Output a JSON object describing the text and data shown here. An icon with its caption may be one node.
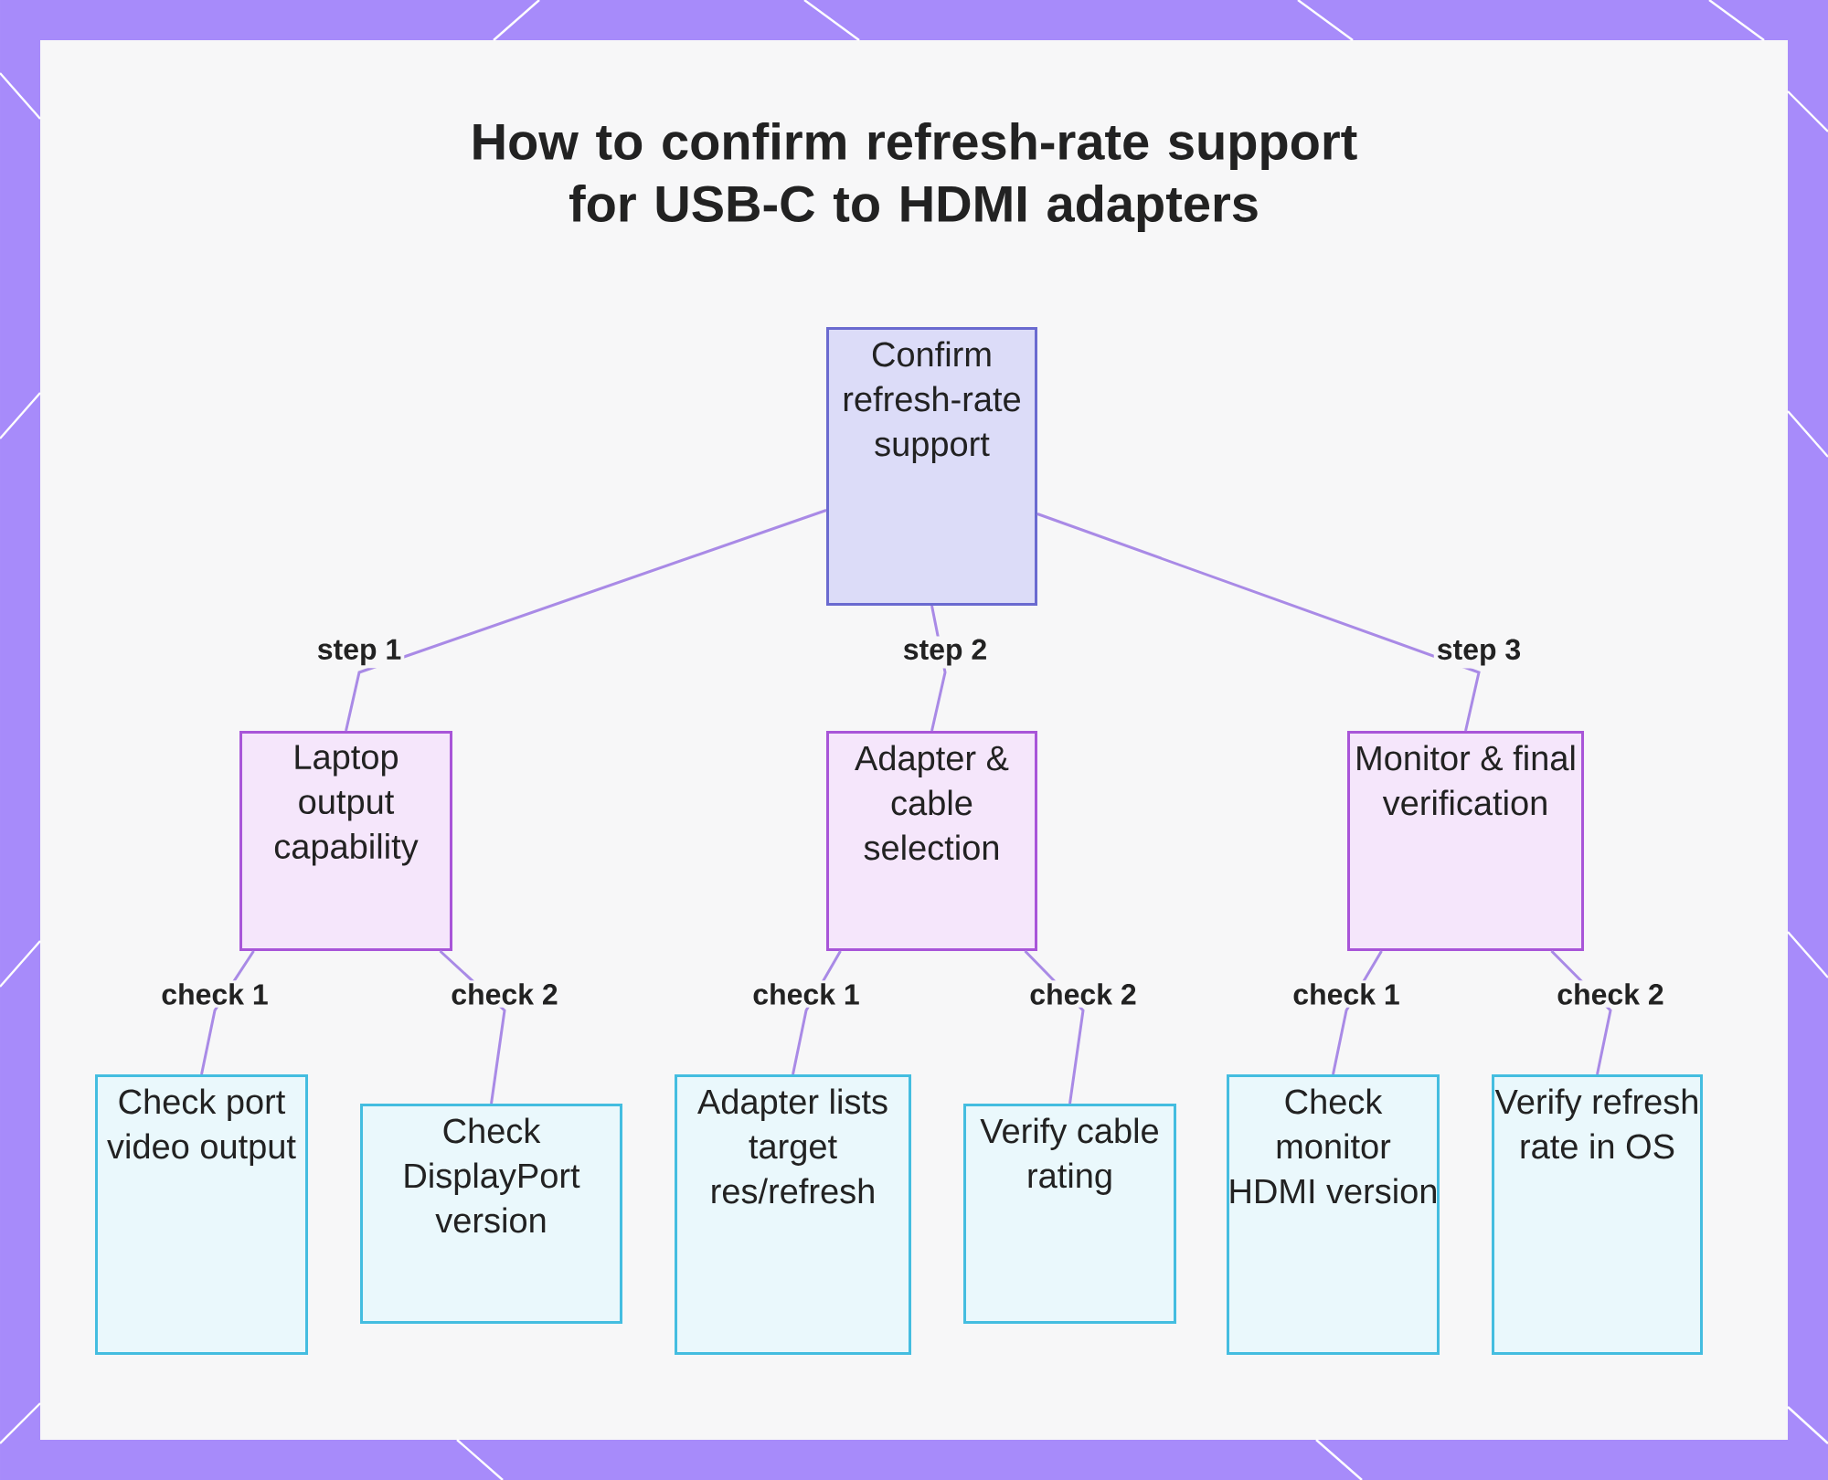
{
  "diagram": {
    "title": "How to confirm refresh-rate support for USB-C to HDMI adapters",
    "nodes": [
      {
        "text": [
          "Confirm refresh-rate support"
        ]
      },
      {
        "text": [
          "Laptop output capability"
        ]
      },
      {
        "text": [
          "Adapter & cable selection"
        ]
      },
      {
        "text": [
          "Monitor & final verification"
        ]
      },
      {
        "text": [
          "Check port video output"
        ]
      },
      {
        "text": [
          "Check DisplayPort version"
        ]
      },
      {
        "text": [
          "Adapter lists target res/refresh"
        ]
      },
      {
        "text": [
          "Verify cable rating"
        ]
      },
      {
        "text": [
          "Check monitor HDMI version"
        ]
      },
      {
        "text": [
          "Verify refresh rate in OS"
        ]
      }
    ],
    "edges": [
      {
        "from": 0,
        "to": 1,
        "arrow": "none",
        "label": "step 1"
      },
      {
        "from": 0,
        "to": 2,
        "arrow": "none",
        "label": "step 2"
      },
      {
        "from": 0,
        "to": 3,
        "arrow": "none",
        "label": "step 3"
      },
      {
        "from": 1,
        "to": 4,
        "arrow": "none",
        "label": "check 1"
      },
      {
        "from": 1,
        "to": 5,
        "arrow": "none",
        "label": "check 2"
      },
      {
        "from": 2,
        "to": 6,
        "arrow": "none",
        "label": "check 1"
      },
      {
        "from": 2,
        "to": 7,
        "arrow": "none",
        "label": "check 2"
      },
      {
        "from": 3,
        "to": 8,
        "arrow": "none",
        "label": "check 1"
      },
      {
        "from": 3,
        "to": 9,
        "arrow": "none",
        "label": "check 2"
      }
    ]
  }
}
